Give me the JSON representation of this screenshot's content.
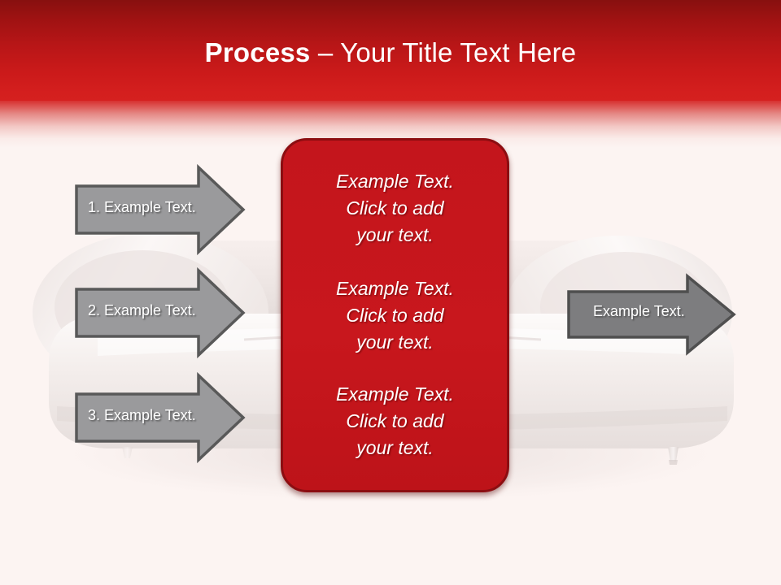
{
  "slide": {
    "background_color": "#fcf4f2",
    "background_image": "white-sofa-photo"
  },
  "header": {
    "title_bold": "Process",
    "title_rest": " – Your Title Text Here",
    "gradient_top": "#87100f",
    "gradient_bottom": "#d5201f",
    "text_color": "#ffffff"
  },
  "red_panel": {
    "fill": "#c8171d",
    "border": "#8c0d11",
    "blocks": [
      {
        "line1": "Example Text.",
        "line2": "Click  to add",
        "line3": "your text."
      },
      {
        "line1": "Example Text.",
        "line2": "Click  to add",
        "line3": "your text."
      },
      {
        "line1": "Example Text.",
        "line2": "Click  to add",
        "line3": "your text."
      }
    ]
  },
  "input_arrows": {
    "fill": "#9a9a9c",
    "stroke": "#595959",
    "items": [
      {
        "label": "1. Example Text."
      },
      {
        "label": "2. Example Text."
      },
      {
        "label": "3. Example Text."
      }
    ]
  },
  "output_arrow": {
    "fill": "#7d7d7f",
    "stroke": "#4f4f4f",
    "label": "Example Text."
  }
}
